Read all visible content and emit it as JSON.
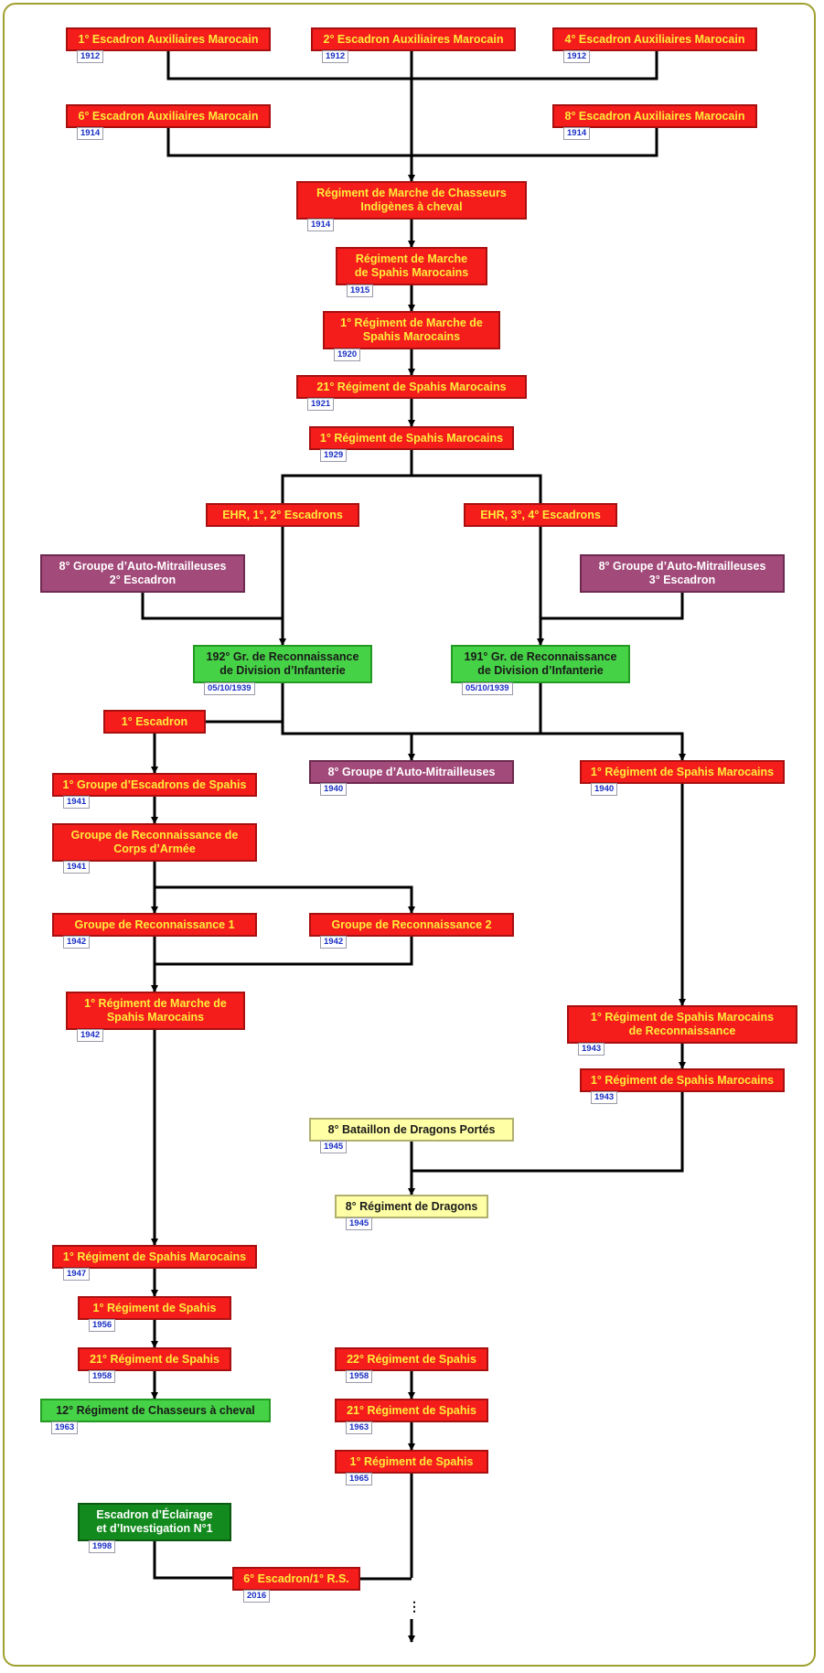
{
  "colors": {
    "red": "#f51c1c",
    "purple": "#a24a7a",
    "green": "#46d246",
    "dark_green": "#138a1e",
    "yellow": "#ffffa6",
    "date_text": "#1a2fc4"
  },
  "nodes": [
    {
      "id": "e1",
      "label": "1° Escadron Auxiliaires Marocain",
      "date": "1912",
      "style": "red"
    },
    {
      "id": "e2",
      "label": "2° Escadron Auxiliaires Marocain",
      "date": "1912",
      "style": "red"
    },
    {
      "id": "e4",
      "label": "4° Escadron Auxiliaires Marocain",
      "date": "1912",
      "style": "red"
    },
    {
      "id": "e6",
      "label": "6° Escadron Auxiliaires Marocain",
      "date": "1914",
      "style": "red"
    },
    {
      "id": "e8",
      "label": "8° Escadron Auxiliaires Marocain",
      "date": "1914",
      "style": "red"
    },
    {
      "id": "rmci",
      "label": "Régiment de Marche de Chasseurs\nIndigènes à cheval",
      "date": "1914",
      "style": "red"
    },
    {
      "id": "rmsm",
      "label": "Régiment de Marche\nde Spahis Marocains",
      "date": "1915",
      "style": "red"
    },
    {
      "id": "1rmsm",
      "label": "1° Régiment de Marche de\nSpahis Marocains",
      "date": "1920",
      "style": "red"
    },
    {
      "id": "21rsm",
      "label": "21° Régiment de Spahis Marocains",
      "date": "1921",
      "style": "red"
    },
    {
      "id": "1rsm29",
      "label": "1° Régiment de Spahis Marocains",
      "date": "1929",
      "style": "red"
    },
    {
      "id": "ehr1",
      "label": "EHR, 1°, 2° Escadrons",
      "date": "",
      "style": "red"
    },
    {
      "id": "ehr3",
      "label": "EHR, 3°, 4° Escadrons",
      "date": "",
      "style": "red"
    },
    {
      "id": "gam2",
      "label": "8° Groupe d’Auto-Mitrailleuses\n2° Escadron",
      "date": "",
      "style": "purple"
    },
    {
      "id": "gam3",
      "label": "8° Groupe d’Auto-Mitrailleuses\n3° Escadron",
      "date": "",
      "style": "purple"
    },
    {
      "id": "192",
      "label": "192° Gr. de Reconnaissance\nde Division d’Infanterie",
      "date": "05/10/1939",
      "style": "green"
    },
    {
      "id": "191",
      "label": "191° Gr. de Reconnaissance\nde Division d’Infanterie",
      "date": "05/10/1939",
      "style": "green"
    },
    {
      "id": "1esc",
      "label": "1° Escadron",
      "date": "",
      "style": "red"
    },
    {
      "id": "8gam",
      "label": "8° Groupe d’Auto-Mitrailleuses",
      "date": "1940",
      "style": "purple"
    },
    {
      "id": "1rsm40",
      "label": "1° Régiment de Spahis Marocains",
      "date": "1940",
      "style": "red"
    },
    {
      "id": "1ges",
      "label": "1° Groupe d’Escadrons de Spahis",
      "date": "1941",
      "style": "red"
    },
    {
      "id": "grca",
      "label": "Groupe de Reconnaissance de\nCorps d’Armée",
      "date": "1941",
      "style": "red"
    },
    {
      "id": "gr1",
      "label": "Groupe de Reconnaissance 1",
      "date": "1942",
      "style": "red"
    },
    {
      "id": "gr2",
      "label": "Groupe de Reconnaissance 2",
      "date": "1942",
      "style": "red"
    },
    {
      "id": "1rmsm42",
      "label": "1° Régiment de Marche de\nSpahis Marocains",
      "date": "1942",
      "style": "red"
    },
    {
      "id": "1rsmr",
      "label": "1° Régiment de Spahis Marocains\nde Reconnaissance",
      "date": "1943",
      "style": "red"
    },
    {
      "id": "1rsm43",
      "label": "1° Régiment de Spahis Marocains",
      "date": "1943",
      "style": "red"
    },
    {
      "id": "8bdp",
      "label": "8° Bataillon de Dragons Portés",
      "date": "1945",
      "style": "yellow"
    },
    {
      "id": "8rd",
      "label": "8° Régiment de Dragons",
      "date": "1945",
      "style": "yellow"
    },
    {
      "id": "1rsm47",
      "label": "1° Régiment de Spahis Marocains",
      "date": "1947",
      "style": "red"
    },
    {
      "id": "1rs56",
      "label": "1° Régiment de Spahis",
      "date": "1956",
      "style": "red"
    },
    {
      "id": "21rs58",
      "label": "21° Régiment de Spahis",
      "date": "1958",
      "style": "red"
    },
    {
      "id": "12rcc",
      "label": "12° Régiment de Chasseurs à cheval",
      "date": "1963",
      "style": "green"
    },
    {
      "id": "22rs",
      "label": "22° Régiment de Spahis",
      "date": "1958",
      "style": "red"
    },
    {
      "id": "21rs63",
      "label": "21° Régiment de Spahis",
      "date": "1963",
      "style": "red"
    },
    {
      "id": "1rs65",
      "label": "1° Régiment de Spahis",
      "date": "1965",
      "style": "red"
    },
    {
      "id": "eei",
      "label": "Escadron d’Éclairage\net d’Investigation N°1",
      "date": "1998",
      "style": "dgreen"
    },
    {
      "id": "6esc",
      "label": "6° Escadron/1° R.S.",
      "date": "2016",
      "style": "red"
    }
  ],
  "continuation": "⋮"
}
